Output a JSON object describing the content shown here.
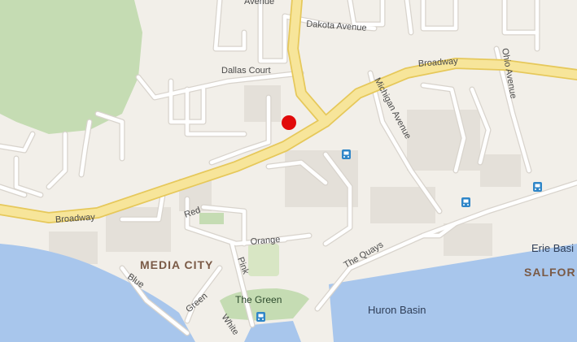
{
  "labels": {
    "broadway_east": "Broadway",
    "broadway_west": "Broadway",
    "dakota_avenue": "Dakota Avenue",
    "dallas_court": "Dallas Court",
    "michigan_avenue": "Michigan Avenue",
    "ohio_avenue": "Ohio Avenue",
    "the_quays": "The Quays",
    "red": "Red",
    "orange": "Orange",
    "pink": "Pink",
    "blue": "Blue",
    "green": "Green",
    "white": "White",
    "avenue_top": "Avenue",
    "media_city": "MEDIA CITY",
    "the_green": "The Green",
    "huron_basin": "Huron Basin",
    "erie_basin": "Erie Basi",
    "salford": "SALFOR"
  },
  "colors": {
    "land": "#f2efe9",
    "water": "#a8c6ec",
    "park": "#c5dcb3",
    "major_road": "#f7e59a",
    "major_road_casing": "#e6c85a",
    "minor_road": "#ffffff",
    "minor_road_casing": "#d8d3cc",
    "marker": "#e10a0a",
    "tram_stop": "#2f86c8"
  },
  "marker": {
    "icon": "location-pin-icon"
  },
  "tram_stops": {
    "icon": "tram-stop-icon"
  }
}
